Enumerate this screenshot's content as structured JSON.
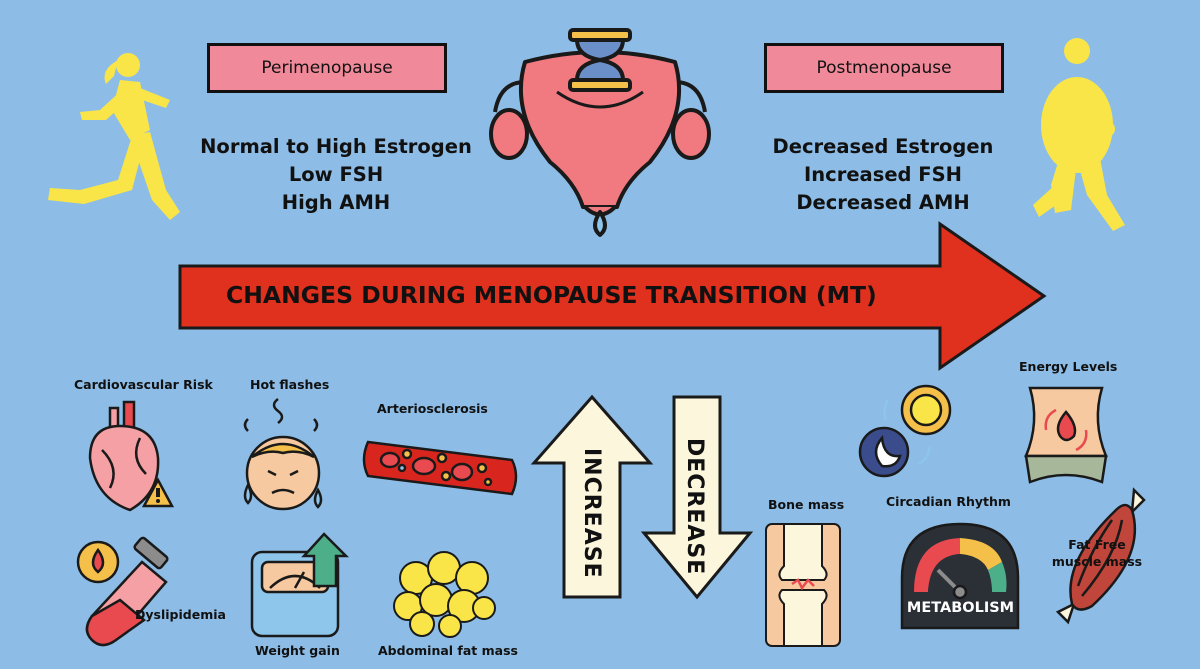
{
  "stages": {
    "left": {
      "label": "Perimenopause",
      "hormones": [
        "Normal to High Estrogen",
        "Low FSH",
        "High AMH"
      ]
    },
    "right": {
      "label": "Postmenopause",
      "hormones": [
        "Decreased Estrogen",
        "Increased FSH",
        "Decreased AMH"
      ]
    }
  },
  "main_arrow": {
    "label": "CHANGES DURING MENOPAUSE TRANSITION (MT)"
  },
  "increase": {
    "arrow_label": "INCREASE",
    "items": [
      "Cardiovascular Risk",
      "Hot flashes",
      "Arteriosclerosis",
      "Dyslipidemia",
      "Weight gain",
      "Abdominal fat mass"
    ]
  },
  "decrease": {
    "arrow_label": "DECREASE",
    "items": [
      "Energy Levels",
      "Bone mass",
      "Circadian Rhythm",
      "Fat Free muscle mass"
    ],
    "gauge_text": "METABOLISM"
  },
  "colors": {
    "background": "#8dbde6",
    "box": "#f08a9a",
    "main_arrow": "#e0301e",
    "runner": "#f9e547",
    "vertical_arrows": "#fbf6dc"
  }
}
